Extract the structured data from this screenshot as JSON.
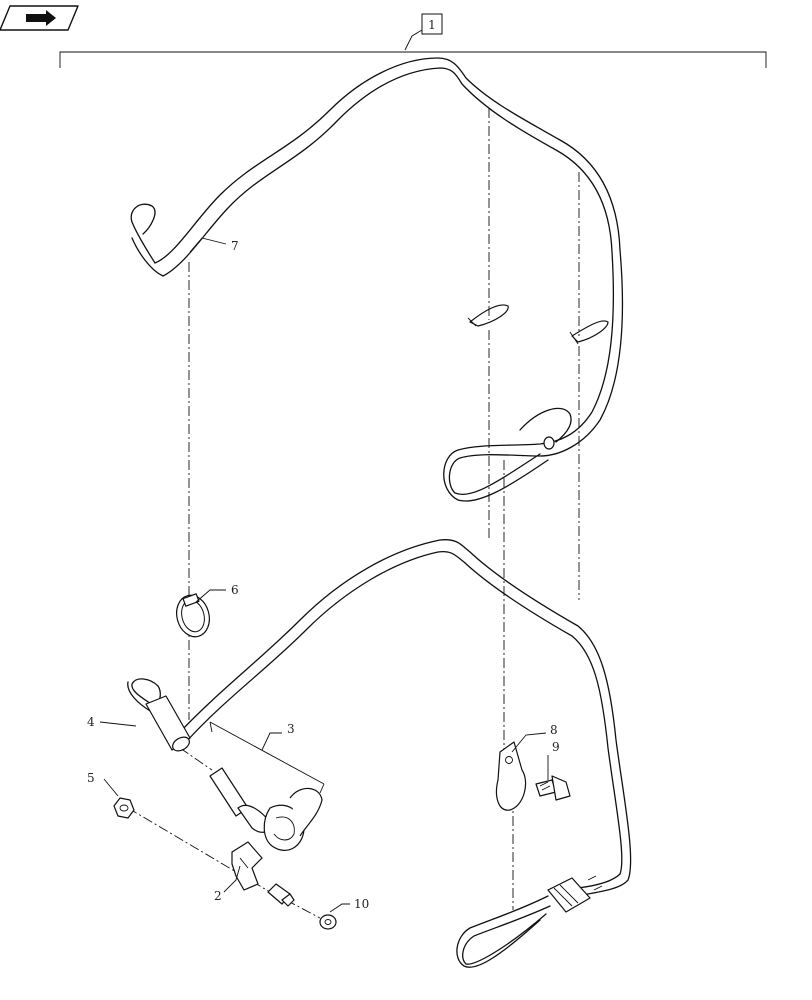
{
  "nav_icon": "book-arrow-icon",
  "assembly_label": "1",
  "callouts": {
    "c2": "2",
    "c3": "3",
    "c4": "4",
    "c5": "5",
    "c6": "6",
    "c7": "7",
    "c8": "8",
    "c9": "9",
    "c10": "10"
  }
}
